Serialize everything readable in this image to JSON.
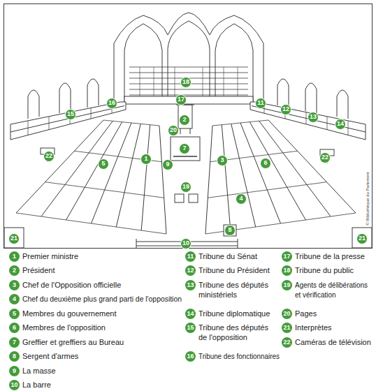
{
  "diagram": {
    "labels": [
      "1",
      "2",
      "3",
      "4",
      "5",
      "6",
      "7",
      "8",
      "9",
      "10",
      "11",
      "12",
      "13",
      "14",
      "15",
      "16",
      "17",
      "18",
      "19",
      "20",
      "21",
      "21",
      "22",
      "22",
      "1",
      "2",
      "3",
      "4",
      "5",
      "6",
      "7",
      "8",
      "9",
      "10",
      "11",
      "12",
      "13",
      "14",
      "15",
      "16",
      "17",
      "18",
      "19",
      "20",
      "21",
      "22",
      "© Bibliothèque du Parlement"
    ],
    "legend": [
      {
        "text": "Premier ministre"
      },
      {
        "text": "Président"
      },
      {
        "text": "Chef de l'Opposition officielle"
      },
      {
        "text": "Chef du deuxième plus grand parti de l'opposition"
      },
      {
        "text": "Membres du gouvernement"
      },
      {
        "text": "Membres de l'opposition"
      },
      {
        "text": "Greffier et greffiers au Bureau"
      },
      {
        "text": "Sergent d'armes"
      },
      {
        "text": "La masse"
      },
      {
        "text": "La barre"
      },
      {
        "text": "Tribune du Sénat"
      },
      {
        "text": "Tribune du Président"
      },
      {
        "text": "Tribune des députés ministériels"
      },
      {
        "text": "Tribune diplomatique"
      },
      {
        "text": "Tribune des députés de l'opposition"
      },
      {
        "text": "Tribune des fonctionnaires"
      },
      {
        "text": "Tribune de la presse"
      },
      {
        "text": "Tribune du public"
      },
      {
        "text": "Agents de délibérations et vérification"
      },
      {
        "text": "Pages"
      },
      {
        "text": "Interprètes"
      },
      {
        "text": "Caméras de télévision"
      }
    ]
  }
}
